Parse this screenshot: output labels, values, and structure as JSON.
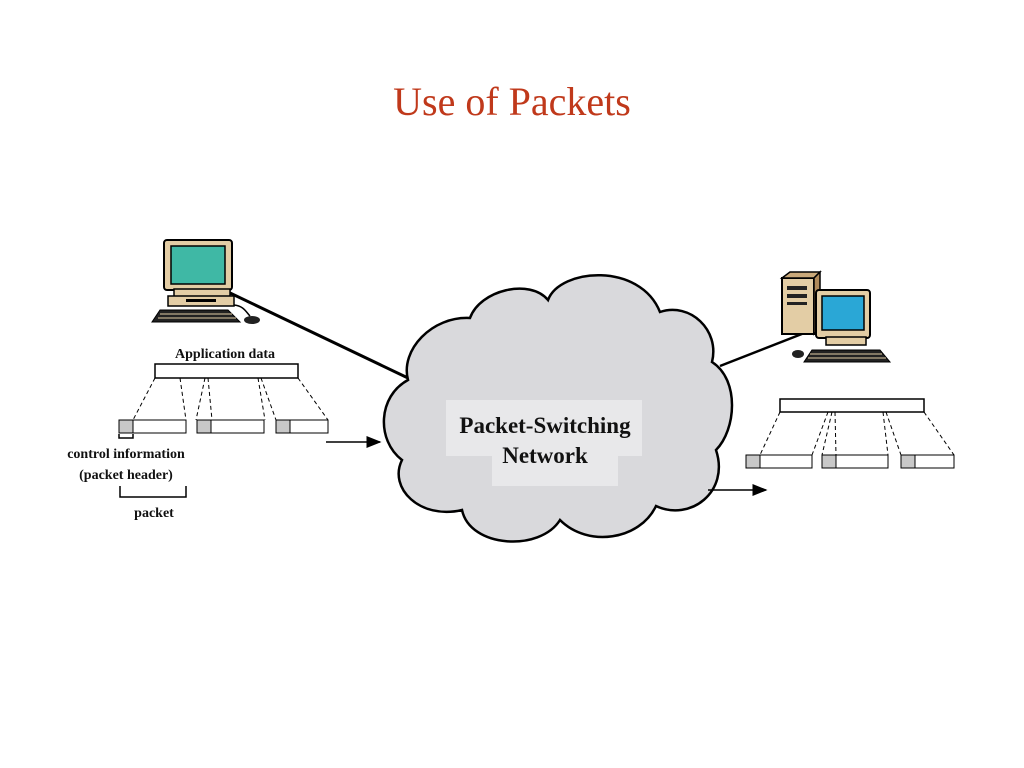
{
  "slide": {
    "title": "Use of Packets",
    "title_color": "#c0391b"
  },
  "diagram": {
    "labels": {
      "application_data": "Application data",
      "control_info_line1": "control information",
      "control_info_line2": "(packet header)",
      "packet": "packet",
      "network_line1": "Packet-Switching",
      "network_line2": "Network"
    },
    "icons": {
      "sender": "desktop-computer-icon",
      "receiver": "tower-computer-icon"
    },
    "colors": {
      "cloud_fill": "#d9d9dc",
      "sender_screen": "#3fb8a5",
      "receiver_screen": "#2aa7d6",
      "header_fill": "#c8c8c8"
    }
  }
}
